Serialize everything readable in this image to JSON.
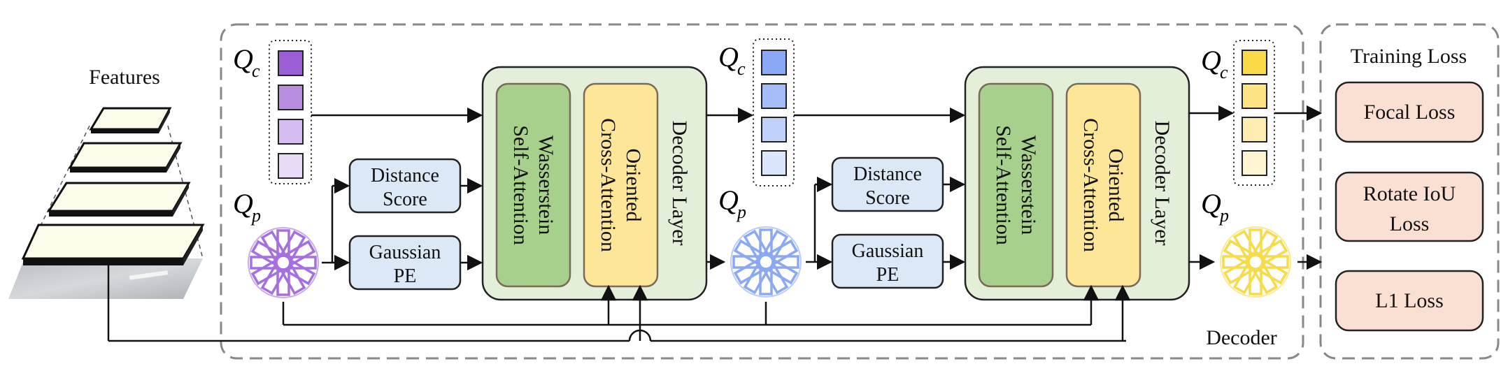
{
  "features": {
    "title": "Features"
  },
  "decoder": {
    "label": "Decoder"
  },
  "query_labels": {
    "content": "Q",
    "content_sub": "c",
    "position": "Q",
    "position_sub": "p"
  },
  "blocks": {
    "distance_score_line1": "Distance",
    "distance_score_line2": "Score",
    "gaussian_pe_line1": "Gaussian",
    "gaussian_pe_line2": "PE",
    "wasserstein_line1": "Wasserstein",
    "wasserstein_line2": "Self-Attention",
    "oriented_line1": "Oriented",
    "oriented_line2": "Cross-Attention",
    "decoder_layer": "Decoder Layer"
  },
  "loss": {
    "title": "Training Loss",
    "focal": "Focal Loss",
    "rotate_line1": "Rotate IoU",
    "rotate_line2": "Loss",
    "l1": "L1 Loss"
  },
  "colors": {
    "query_stage1": [
      "#9a5fd6",
      "#b88ee2",
      "#d4bdf0",
      "#e8dbf8"
    ],
    "query_stage2": [
      "#8aa8f6",
      "#a4bdf8",
      "#c1d2fa",
      "#dbe5fc"
    ],
    "query_stage3": [
      "#fcd948",
      "#fde383",
      "#feecb0",
      "#fef4d2"
    ],
    "position_stage1": "#a66fe0",
    "position_stage2": "#8aa8f6",
    "position_stage3": "#f6dc4a"
  }
}
